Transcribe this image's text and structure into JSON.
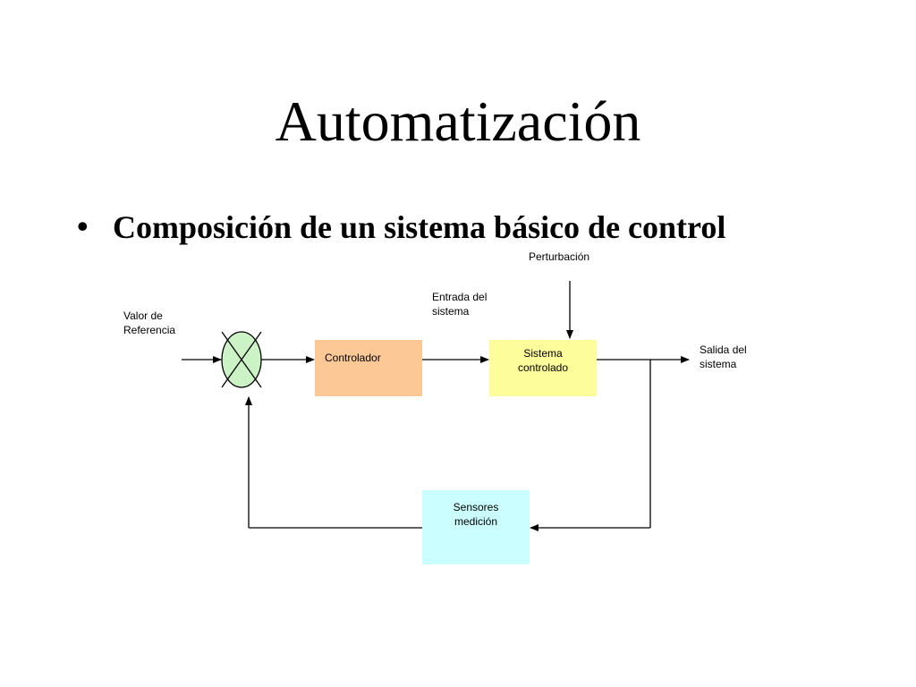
{
  "title": "Automatización",
  "bullet": {
    "marker": "•",
    "text": "Composición de un sistema básico de control"
  },
  "diagram": {
    "labels": {
      "reference_line1": "Valor de",
      "reference_line2": "Referencia",
      "disturbance": "Perturbación",
      "system_input_line1": "Entrada del",
      "system_input_line2": "sistema",
      "system_output_line1": "Salida del",
      "system_output_line2": "sistema"
    },
    "blocks": {
      "controller": {
        "label": "Controlador",
        "color": "#fcc896"
      },
      "plant": {
        "label_line1": "Sistema",
        "label_line2": "controlado",
        "color": "#fdfd9b"
      },
      "sensors": {
        "label_line1": "Sensores",
        "label_line2": "medición",
        "color": "#cbfefe"
      }
    },
    "summing_junction": {
      "color": "#ccf3c6"
    }
  }
}
